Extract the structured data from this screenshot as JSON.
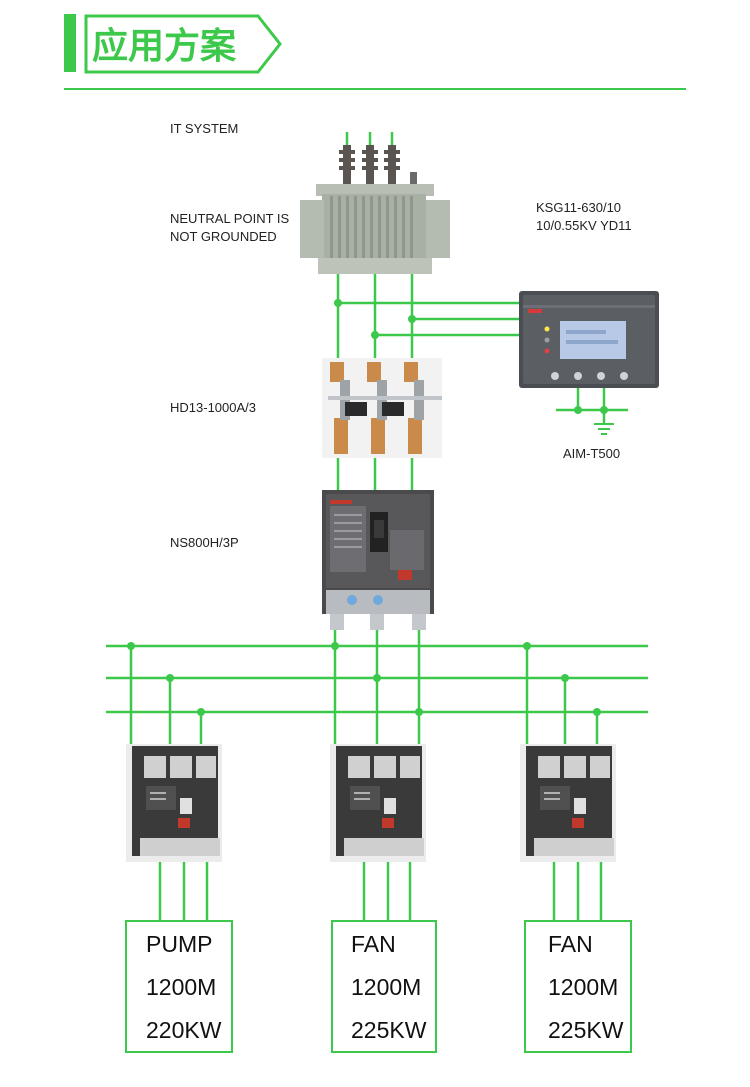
{
  "header": {
    "title": "应用方案",
    "accent_color": "#3cc84a"
  },
  "labels": {
    "it_system": "IT SYSTEM",
    "neutral_line1": "NEUTRAL POINT IS",
    "neutral_line2": "NOT GROUNDED",
    "transformer_line1": "KSG11-630/10",
    "transformer_line2": "10/0.55KV YD11",
    "switch": "HD13-1000A/3",
    "breaker": "NS800H/3P",
    "monitor": "AIM-T500"
  },
  "loads": [
    {
      "name": "PUMP",
      "line2": "1200M",
      "line3": "220KW"
    },
    {
      "name": "FAN",
      "line2": "1200M",
      "line3": "225KW"
    },
    {
      "name": "FAN",
      "line2": "1200M",
      "line3": "225KW"
    }
  ],
  "colors": {
    "wire": "#3cc84a",
    "device_dark": "#3a3a3a",
    "transformer": "#a8b0a4",
    "switch_copper": "#c98a4a",
    "monitor_screen": "#b7c9e6"
  }
}
